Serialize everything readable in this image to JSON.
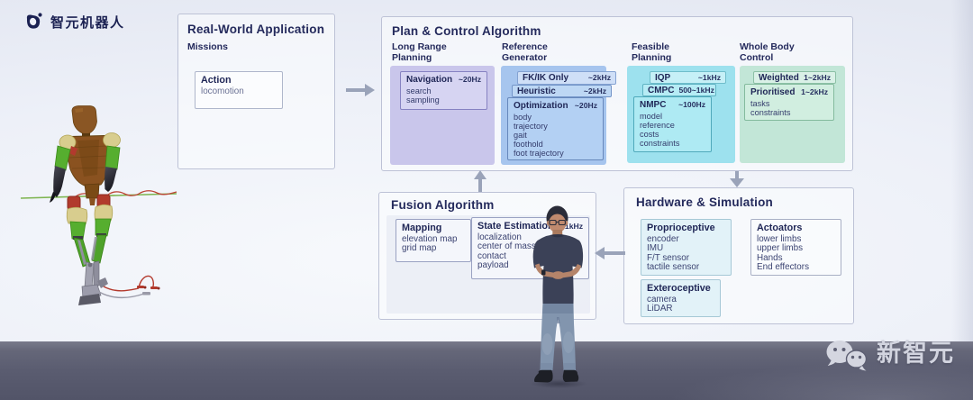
{
  "brand": {
    "logo_text": "智元机器人"
  },
  "real_world": {
    "title": "Real-World Application",
    "subtitle": "Missions",
    "action": {
      "name": "Action",
      "items": [
        "locomotion"
      ]
    }
  },
  "plan": {
    "title": "Plan & Control Algorithm",
    "columns": [
      {
        "label": "Long Range Planning",
        "boxes": [
          {
            "name": "Navigation",
            "freq": "~20Hz",
            "items": [
              "search",
              "sampling"
            ]
          }
        ]
      },
      {
        "label": "Reference Generator",
        "boxes": [
          {
            "name": "FK/IK Only",
            "freq": "~2kHz",
            "items": []
          },
          {
            "name": "Heuristic",
            "freq": "~2kHz",
            "items": []
          },
          {
            "name": "Optimization",
            "freq": "~20Hz",
            "items": [
              "body",
              "trajectory",
              "gait",
              "foothold",
              "foot trajectory"
            ]
          }
        ]
      },
      {
        "label": "Feasible Planning",
        "boxes": [
          {
            "name": "IQP",
            "freq": "~1kHz",
            "items": []
          },
          {
            "name": "CMPC",
            "freq": "500~1kHz",
            "items": []
          },
          {
            "name": "NMPC",
            "freq": "~100Hz",
            "items": [
              "model",
              "reference",
              "costs",
              "constraints"
            ]
          }
        ]
      },
      {
        "label": "Whole Body Control",
        "boxes": [
          {
            "name": "Weighted",
            "freq": "1~2kHz",
            "items": []
          },
          {
            "name": "Prioritised",
            "freq": "1~2kHz",
            "items": [
              "tasks",
              "constraints"
            ]
          }
        ]
      }
    ]
  },
  "fusion": {
    "title": "Fusion Algorithm",
    "boxes": [
      {
        "name": "Mapping",
        "items": [
          "elevation map",
          "grid map"
        ]
      },
      {
        "name": "State Estimation",
        "freq": "~1kHz",
        "items": [
          "localization",
          "center of mass",
          "contact",
          "payload"
        ]
      }
    ]
  },
  "hardware": {
    "title": "Hardware & Simulation",
    "boxes": [
      {
        "name": "Proprioceptive",
        "items": [
          "encoder",
          "IMU",
          "F/T sensor",
          "tactile sensor"
        ]
      },
      {
        "name": "Actoators",
        "items": [
          "lower limbs",
          "upper limbs",
          "Hands",
          "End effectors"
        ]
      },
      {
        "name": "Exteroceptive",
        "items": [
          "camera",
          "LiDAR"
        ]
      }
    ]
  },
  "watermark": {
    "text": "新智元",
    "icon": "wechat-icon"
  },
  "colors": {
    "panel_purple": "#c9c6eb",
    "panel_blue": "#a6c5ee",
    "panel_cyan": "#9de1ee",
    "panel_green": "#c2e6d7",
    "title_navy": "#242a5c",
    "arrow_gray": "#9aa3b9",
    "floor": "#5b5d71",
    "brand_navy": "#1b2152"
  }
}
